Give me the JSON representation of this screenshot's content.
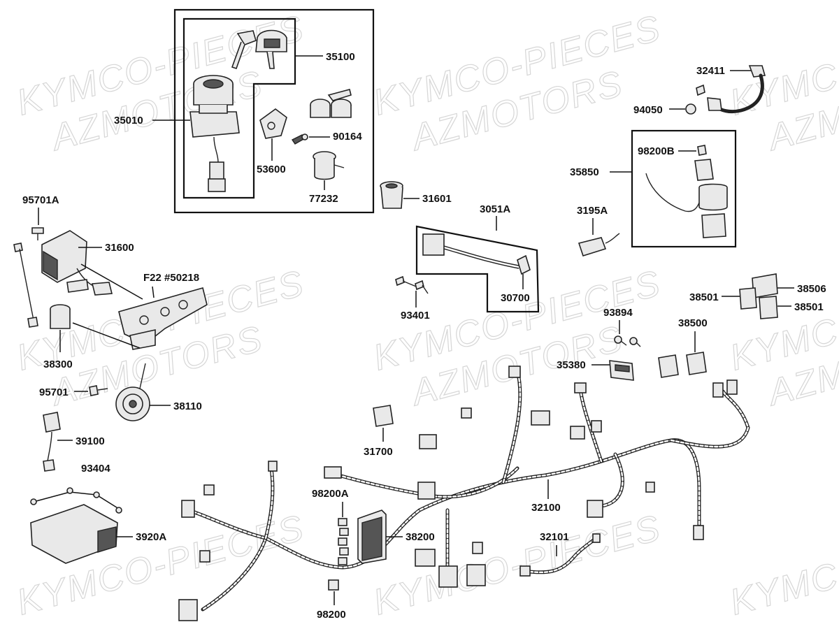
{
  "watermark": {
    "line1": "KYMCO-PIECES",
    "line2": "AZMOTORS"
  },
  "labels": {
    "p35100": "35100",
    "p35010": "35010",
    "p90164": "90164",
    "p53600": "53600",
    "p77232": "77232",
    "p31601": "31601",
    "p3051A": "3051A",
    "p30700": "30700",
    "p93401": "93401",
    "p32411": "32411",
    "p94050": "94050",
    "p98200B": "98200B",
    "p35850": "35850",
    "p3195A": "3195A",
    "p95701A": "95701A",
    "p31600": "31600",
    "pF22": "F22  #50218",
    "p38300": "38300",
    "p95701": "95701",
    "p38110": "38110",
    "p39100": "39100",
    "p93404": "93404",
    "p3920A": "3920A",
    "p38506": "38506",
    "p38501a": "38501",
    "p38501b": "38501",
    "p93894": "93894",
    "p38500": "38500",
    "p35380": "35380",
    "p31700": "31700",
    "p98200A": "98200A",
    "p38200": "38200",
    "p32100": "32100",
    "p32101": "32101",
    "p98200": "98200"
  }
}
